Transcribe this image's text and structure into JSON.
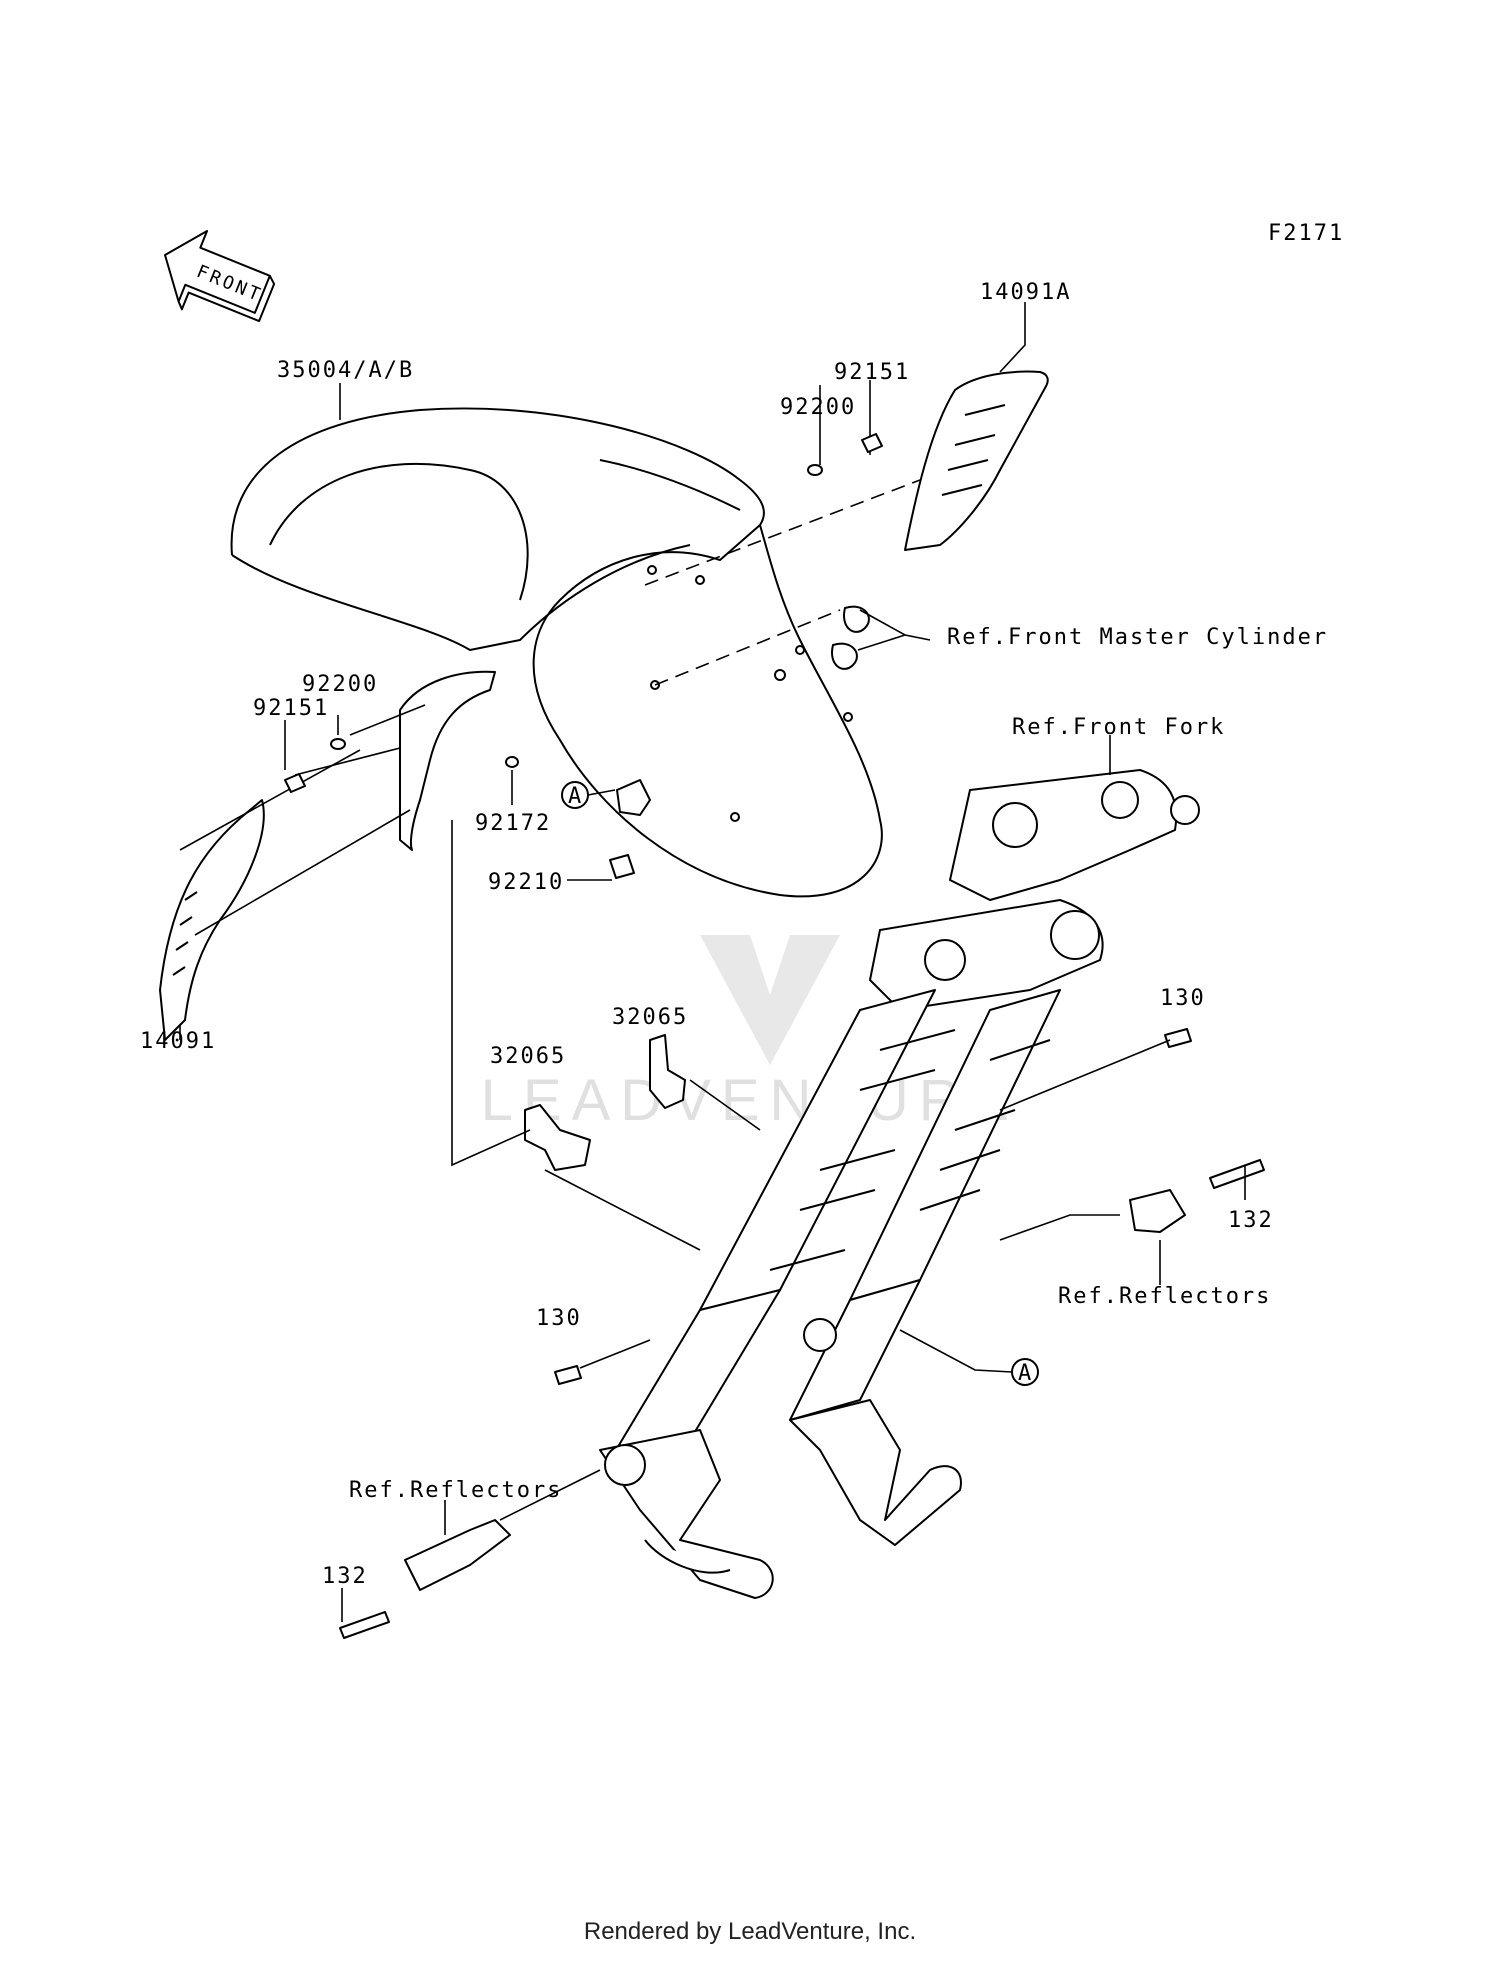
{
  "figure_code": "F2171",
  "front_arrow_label": "FRONT",
  "parts": {
    "p35004": "35004/A/B",
    "p14091A": "14091A",
    "p14091": "14091",
    "p92151_top": "92151",
    "p92200_top": "92200",
    "p92200_left": "92200",
    "p92151_left": "92151",
    "p92172": "92172",
    "p92210": "92210",
    "p32065_a": "32065",
    "p32065_b": "32065",
    "p130_right": "130",
    "p130_left": "130",
    "p132_right": "132",
    "p132_left": "132",
    "callout_a1": "A",
    "callout_a2": "A"
  },
  "references": {
    "front_master_cylinder": "Ref.Front Master Cylinder",
    "front_fork": "Ref.Front Fork",
    "reflectors_right": "Ref.Reflectors",
    "reflectors_left": "Ref.Reflectors"
  },
  "footer": "Rendered by LeadVenture, Inc.",
  "icons": [
    "front-arrow-icon",
    "watermark-logo-icon"
  ]
}
